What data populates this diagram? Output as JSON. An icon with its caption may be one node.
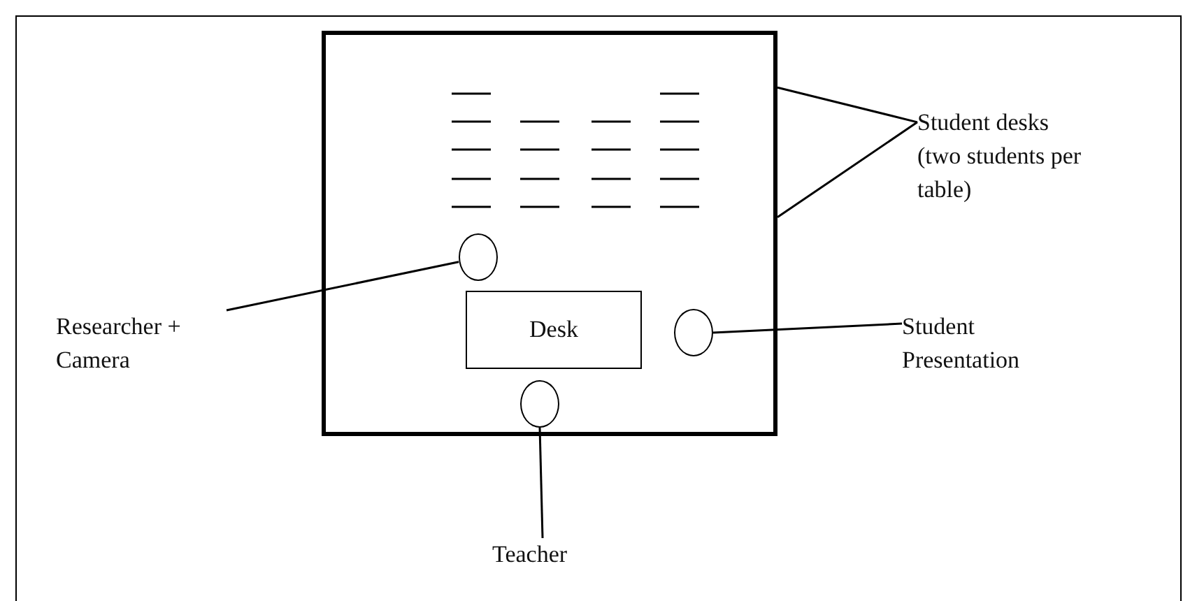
{
  "diagram": {
    "nodes": [
      {
        "text": [],
        "shape": "box"
      },
      {
        "text": [
          "Desk"
        ],
        "in": 0
      },
      {
        "text": [],
        "shape": "circle",
        "in": 0
      },
      {
        "text": [],
        "shape": "circle",
        "in": 0
      },
      {
        "text": [],
        "shape": "circle",
        "in": 0
      },
      {
        "text": [
          "Student desks (two students per table)"
        ]
      },
      {
        "text": [
          "Researcher + Camera"
        ]
      },
      {
        "text": [
          "Student Presentation"
        ]
      },
      {
        "text": [
          "Teacher"
        ]
      }
    ],
    "edges": [
      {
        "from": 5,
        "to": 0,
        "arrow": "none"
      },
      {
        "from": 5,
        "to": 0,
        "arrow": "none"
      },
      {
        "from": 6,
        "to": 2,
        "arrow": "none"
      },
      {
        "from": 7,
        "to": 3,
        "arrow": "none"
      },
      {
        "from": 8,
        "to": 4,
        "arrow": "none"
      }
    ]
  }
}
